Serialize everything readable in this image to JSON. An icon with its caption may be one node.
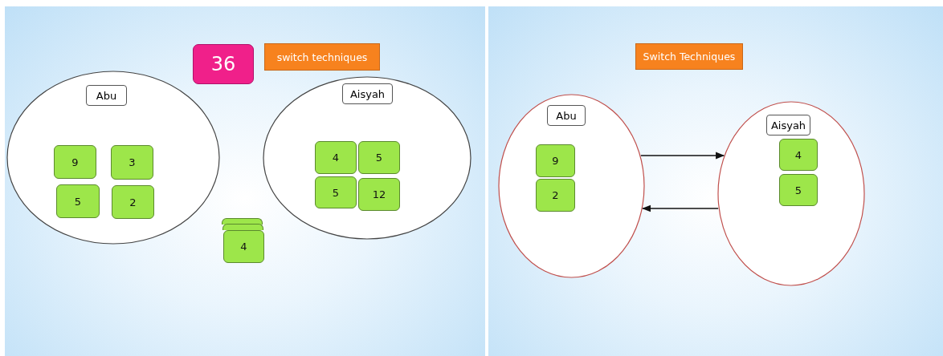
{
  "diagram": {
    "nodes": [
      {
        "text": [
          "36"
        ]
      },
      {
        "text": [
          "switch techniques"
        ]
      },
      {
        "text": [
          "Abu"
        ]
      },
      {
        "text": [
          "9"
        ],
        "in": 2
      },
      {
        "text": [
          "3"
        ],
        "in": 2
      },
      {
        "text": [
          "5"
        ],
        "in": 2
      },
      {
        "text": [
          "2"
        ],
        "in": 2
      },
      {
        "text": [
          "Aisyah"
        ]
      },
      {
        "text": [
          "4"
        ],
        "in": 7
      },
      {
        "text": [
          "5"
        ],
        "in": 7
      },
      {
        "text": [
          "5"
        ],
        "in": 7
      },
      {
        "text": [
          "12"
        ],
        "in": 7
      },
      {
        "text": [],
        "shape": "box"
      },
      {
        "text": [],
        "shape": "box"
      },
      {
        "text": [
          "4"
        ]
      },
      {
        "text": [
          "Switch Techniques"
        ]
      },
      {
        "text": [
          "Abu"
        ]
      },
      {
        "text": [
          "9"
        ],
        "in": 16
      },
      {
        "text": [
          "2"
        ],
        "in": 16
      },
      {
        "text": [
          "Aisyah"
        ]
      },
      {
        "text": [
          "4"
        ],
        "in": 19
      },
      {
        "text": [
          "5"
        ],
        "in": 19
      }
    ],
    "edges": [
      {
        "from": 16,
        "to": 19,
        "arrow": "to"
      },
      {
        "from": 19,
        "to": 16,
        "arrow": "to"
      }
    ]
  }
}
